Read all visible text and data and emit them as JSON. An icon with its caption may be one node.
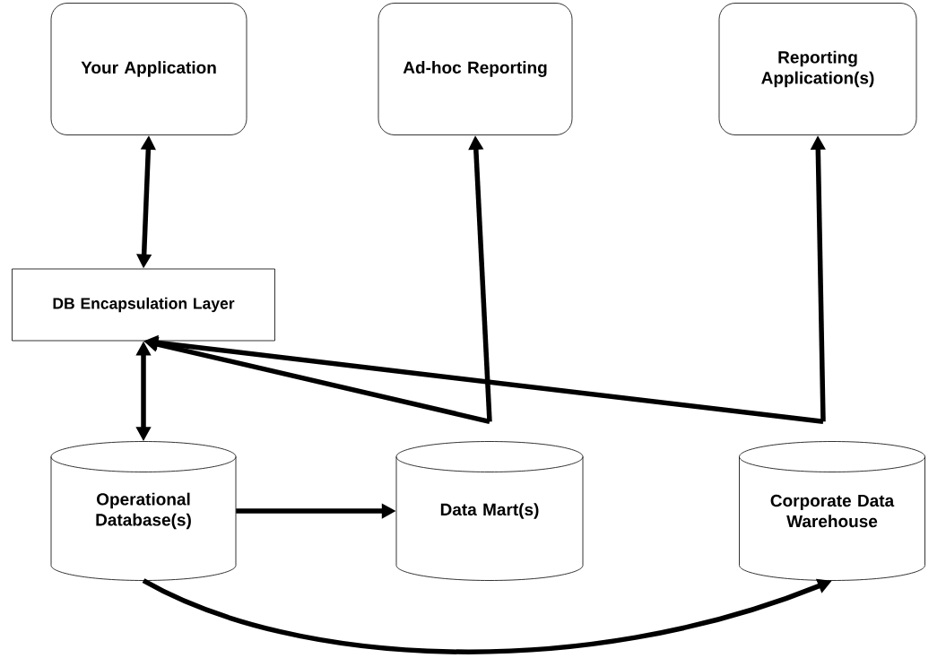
{
  "diagram": {
    "nodes": [
      {
        "text": [
          "Your Application"
        ]
      },
      {
        "text": [
          "Ad-hoc Reporting"
        ]
      },
      {
        "text": [
          "Reporting Application(s)"
        ]
      },
      {
        "text": [
          "DB Encapsulation Layer"
        ]
      },
      {
        "text": [
          "Operational Database(s)"
        ]
      },
      {
        "text": [
          "Data Mart(s)"
        ]
      },
      {
        "text": [
          "Corporate Data Warehouse"
        ]
      }
    ],
    "edges": [
      {
        "from": 0,
        "to": 3,
        "arrow": "both"
      },
      {
        "from": 3,
        "to": 4,
        "arrow": "both"
      },
      {
        "from": 5,
        "to": 1,
        "arrow": "to"
      },
      {
        "from": 5,
        "to": 3,
        "arrow": "to"
      },
      {
        "from": 6,
        "to": 2,
        "arrow": "to"
      },
      {
        "from": 6,
        "to": 3,
        "arrow": "to"
      },
      {
        "from": 4,
        "to": 5,
        "arrow": "to"
      },
      {
        "from": 4,
        "to": 6,
        "arrow": "to"
      }
    ]
  }
}
